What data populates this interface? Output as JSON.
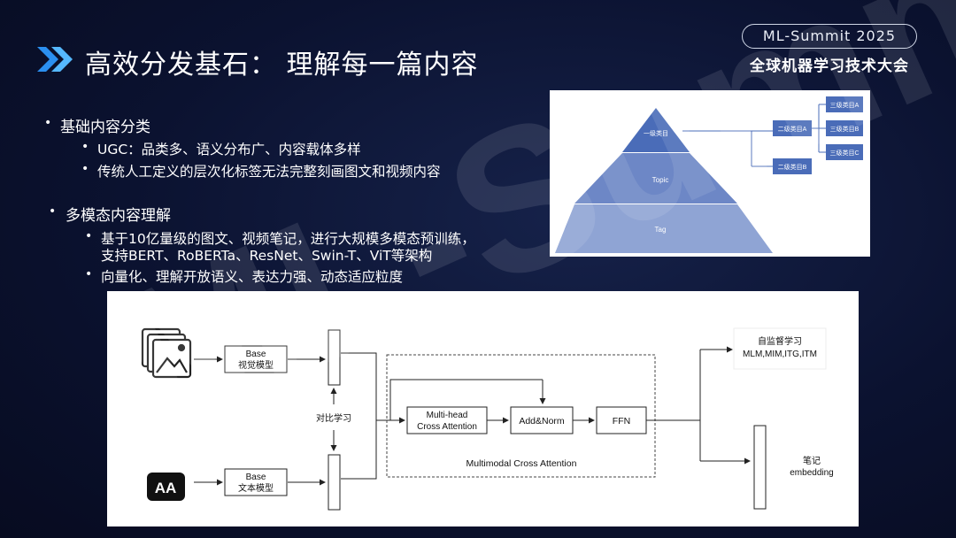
{
  "header": {
    "title": "高效分发基石：  理解每一篇内容",
    "event_name": "ML-Summit 2025",
    "event_subtitle": "全球机器学习技术大会",
    "watermark": "ML-Summit"
  },
  "bullets": {
    "section1": {
      "heading": "基础内容分类",
      "items": [
        "UGC：品类多、语义分布广、内容载体多样",
        "传统人工定义的层次化标签无法完整刻画图文和视频内容"
      ]
    },
    "section2": {
      "heading": "多模态内容理解",
      "items": [
        "基于10亿量级的图文、视频笔记，进行大规模多模态预训练，",
        "支持BERT、RoBERTa、ResNet、Swin-T、ViT等架构",
        "向量化、理解开放语义、表达力强、动态适应粒度"
      ]
    }
  },
  "pyramid": {
    "level1": "一级类目",
    "level2": "Topic",
    "level3": "Tag",
    "secondary": [
      "二级类目A",
      "二级类目B"
    ],
    "tertiary": [
      "三级类目A",
      "三级类目B",
      "三级类目C"
    ]
  },
  "architecture": {
    "image_icon": "image-stack-icon",
    "text_icon": "text-aa-icon",
    "text_icon_label": "AA",
    "vision_model": [
      "Base",
      "视觉模型"
    ],
    "text_model": [
      "Base",
      "文本模型"
    ],
    "contrastive": "对比学习",
    "cross_attention": [
      "Multi-head",
      "Cross Attention"
    ],
    "add_norm": "Add&Norm",
    "ffn": "FFN",
    "module_label": "Multimodal Cross Attention",
    "self_supervised": [
      "自监督学习",
      "MLM,MIM,ITG,ITM"
    ],
    "output": [
      "笔记",
      "embedding"
    ],
    "colors": {
      "pyramid_top": "#4a6cb8",
      "pyramid_mid": "#6d87c6",
      "pyramid_bottom": "#8fa4d4",
      "box_fill": "#4a6cb8"
    }
  }
}
